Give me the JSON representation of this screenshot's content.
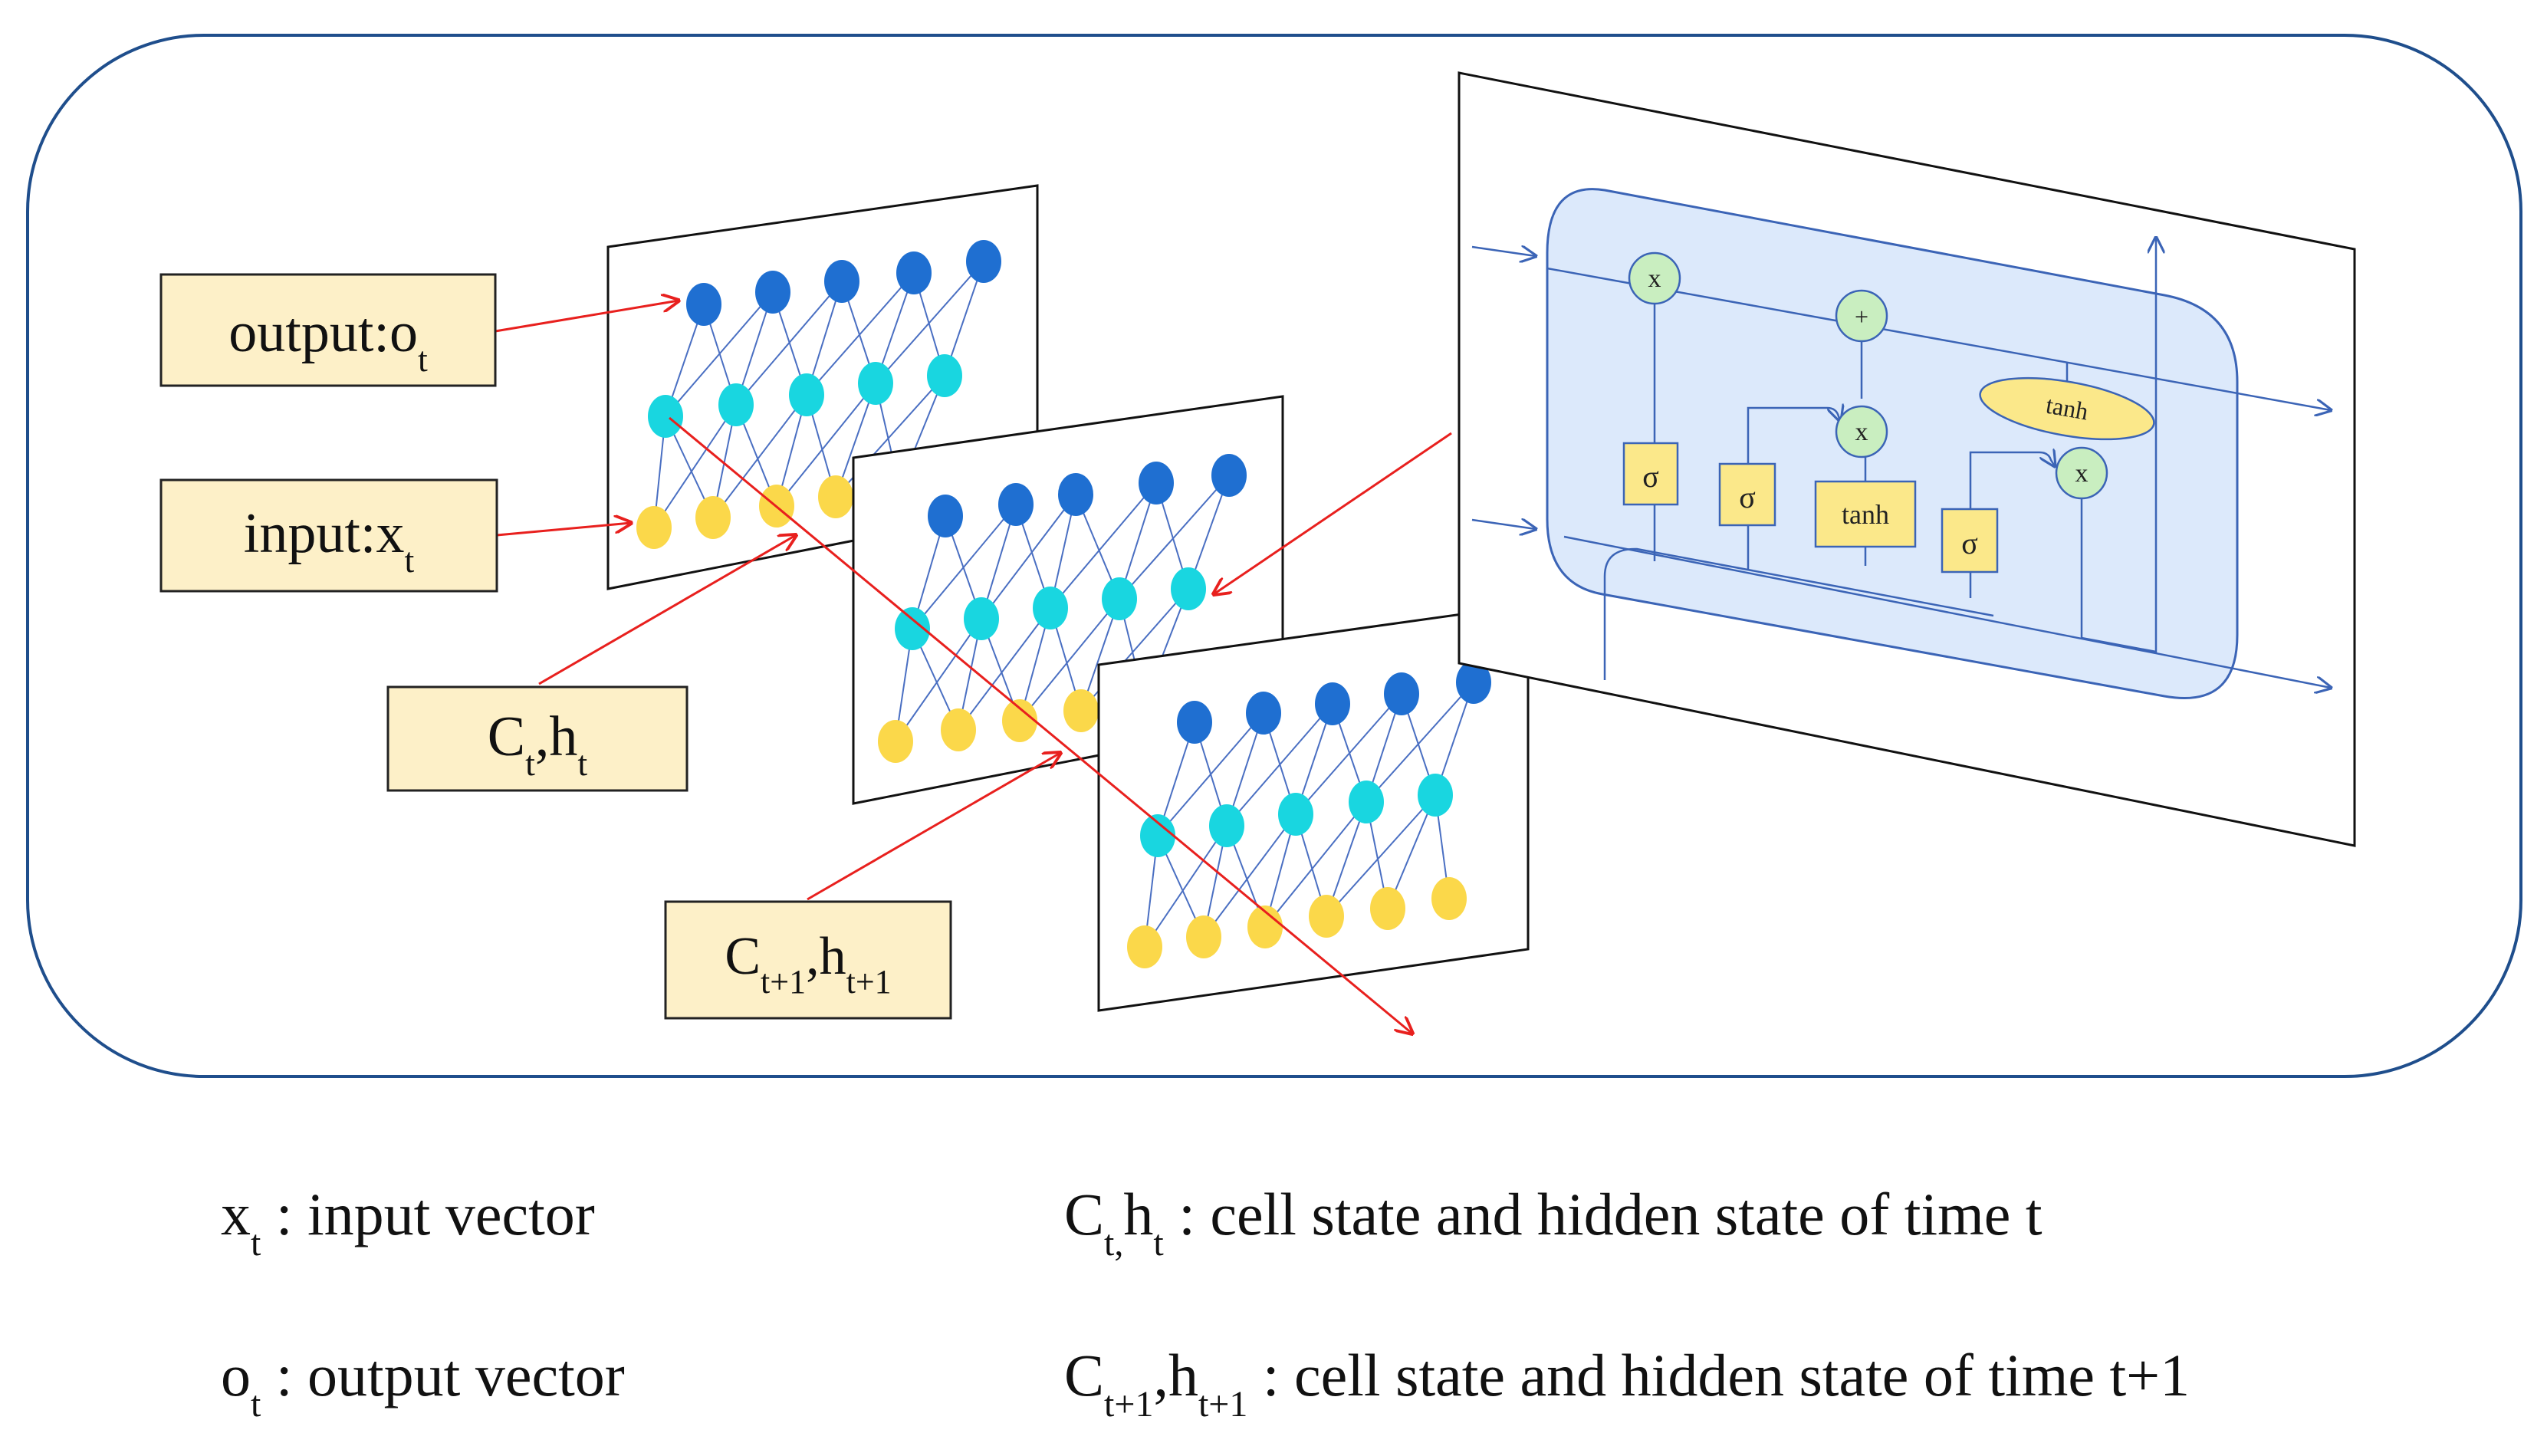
{
  "labels": {
    "output": {
      "main": "output:o",
      "sub": "t"
    },
    "input": {
      "main": "input:x",
      "sub": "t"
    },
    "state_t": {
      "c": "C",
      "c_sub": "t",
      "sep": ",",
      "h": "h",
      "h_sub": "t"
    },
    "state_t1": {
      "c": "C",
      "c_sub": "t+1",
      "sep": ",",
      "h": "h",
      "h_sub": "t+1"
    }
  },
  "lstm_cell": {
    "gate_sigma": "σ",
    "gate_tanh": "tanh",
    "op_multiply": "x",
    "op_add": "+",
    "tanh_ellipse": "tanh"
  },
  "legend": {
    "x": {
      "sym": "x",
      "sub": "t",
      "text": " : input vector"
    },
    "o": {
      "sym": "o",
      "sub": "t",
      "text": " : output vector"
    },
    "ct": {
      "sym": "C",
      "sub": "t,",
      "sym2": "h",
      "sub2": "t",
      "text": " : cell state and hidden state of time t"
    },
    "ct1": {
      "sym": "C",
      "sub": "t+1",
      "sym2": ",h",
      "sub2": "t+1",
      "text": " : cell state and hidden state of time t+1"
    }
  },
  "colors": {
    "frame": "#1f4e8c",
    "label_fill": "#fdf0c8",
    "arrow_red": "#e8201e",
    "node_blue": "#1f6fd1",
    "node_cyan": "#19d6e0",
    "node_yellow": "#fbd84a",
    "edge": "#4a6fc2",
    "cell_fill": "#dce9fb",
    "cell_stroke": "#3b64b6",
    "op_green": "#c9eec0",
    "gate_yellow": "#fbe88a"
  }
}
